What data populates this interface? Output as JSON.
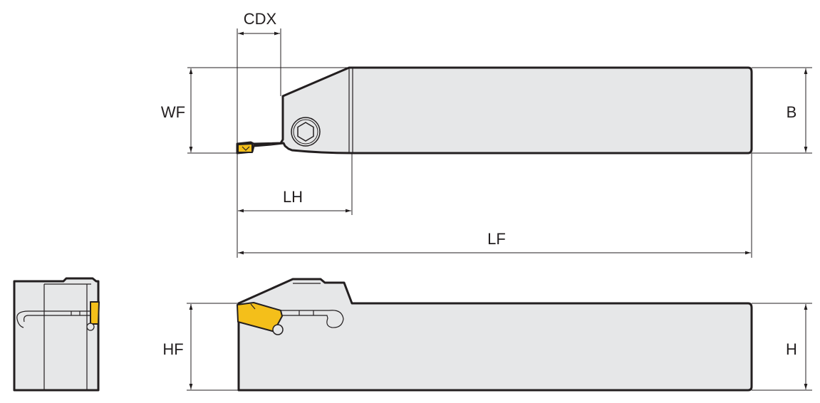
{
  "dimensions": {
    "cdx": "CDX",
    "wf": "WF",
    "b": "B",
    "lh": "LH",
    "lf": "LF",
    "hf": "HF",
    "h": "H"
  },
  "colors": {
    "body_fill": "#e6e7e8",
    "insert_fill": "#f4bf1a",
    "line": "#231f20"
  }
}
